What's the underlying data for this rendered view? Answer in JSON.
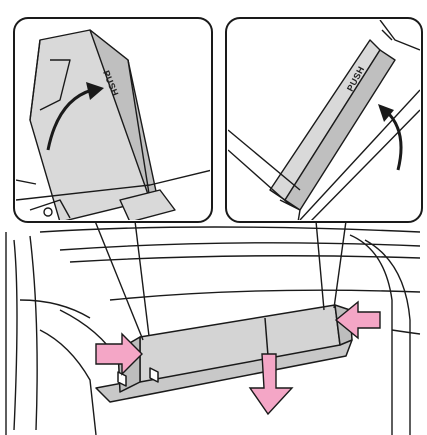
{
  "figure": {
    "callouts": [
      {
        "id": "left-detail",
        "push_text": "PUSH"
      },
      {
        "id": "right-detail",
        "push_text": "PUSH"
      }
    ]
  },
  "colors": {
    "panel_fill": "#d9d9d9",
    "panel_dark": "#bfbfbf",
    "line": "#1a1a1a",
    "press_arrow": "#f4a6c6",
    "press_arrow_outline": "#1a1a1a",
    "background": "#ffffff"
  },
  "icons": {
    "curved_arrow": "curved-arrow-icon",
    "press_arrow": "press-arrow-icon",
    "down_arrow": "down-arrow-icon"
  }
}
